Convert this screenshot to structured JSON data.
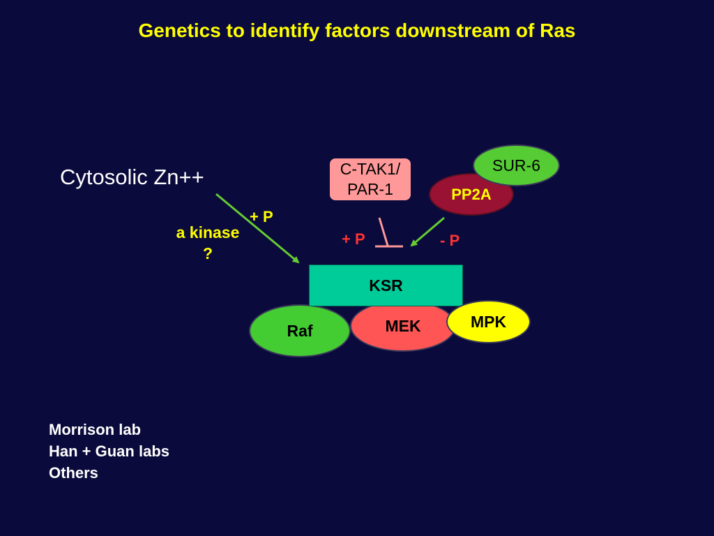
{
  "title": "Genetics to identify factors downstream of Ras",
  "labels": {
    "cytosolic_zn": "Cytosolic Zn++",
    "kinase_line1": "a kinase",
    "kinase_line2": "?",
    "plus_p_green": "+ P",
    "plus_p_red": "+ P",
    "minus_p": "- P"
  },
  "nodes": {
    "ctak1_line1": "C-TAK1/",
    "ctak1_line2": "PAR-1",
    "sur6": "SUR-6",
    "pp2a": "PP2A",
    "ksr": "KSR",
    "raf": "Raf",
    "mek": "MEK",
    "mpk": "MPK"
  },
  "credits": [
    "Morrison lab",
    "Han + Guan labs",
    "Others"
  ],
  "colors": {
    "background": "#0a0a3c",
    "title": "#ffff00",
    "arrow": "#66cc33",
    "inhibit": "#ff9999",
    "minus_p": "#ff3333",
    "ctak1": "#ff9999",
    "sur6": "#55cc33",
    "pp2a": "#991133",
    "ksr": "#00cc99",
    "raf": "#44cc33",
    "mek": "#ff5555",
    "mpk": "#ffff00"
  }
}
